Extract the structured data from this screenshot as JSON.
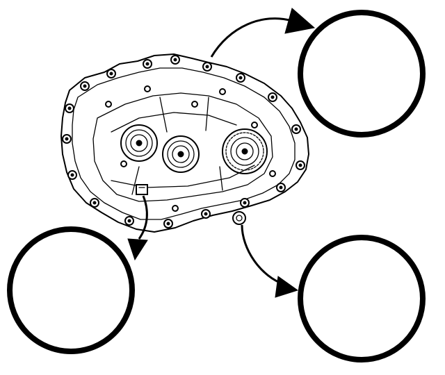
{
  "figure": {
    "callouts": [
      {
        "id": "top-right",
        "icon": "mounting-boss-detail-icon",
        "indicator": "down-arrow-icon"
      },
      {
        "id": "bottom-left",
        "icon": "bolt-removal-detail-icon",
        "indicator": "bolt-icon"
      },
      {
        "id": "bottom-right",
        "icon": "mounting-boss-detail-icon",
        "indicator": "down-arrow-icon"
      }
    ],
    "colors": {
      "ink": "#000000",
      "paper": "#ffffff"
    }
  }
}
